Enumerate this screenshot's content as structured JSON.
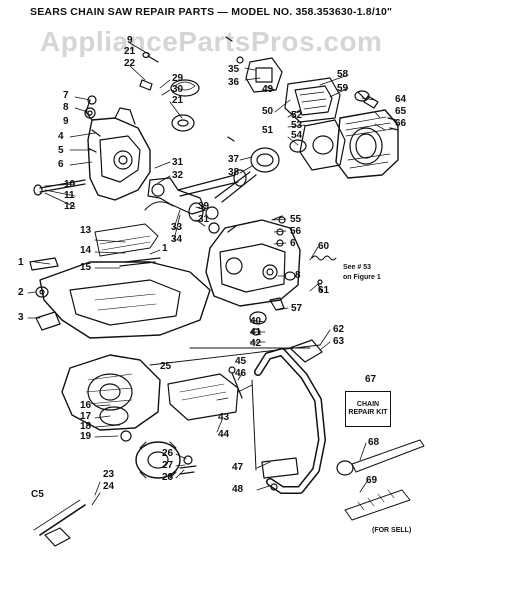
{
  "title": "SEARS CHAIN SAW REPAIR PARTS — MODEL NO. 358.353630-1.8/10\"",
  "watermark": "AppliancePartsPros.com",
  "kit_label": "CHAIN REPAIR KIT",
  "see_note": "See # 53",
  "see_note_2": "on Figure 1",
  "corner_code": "C5",
  "footer_note": "(FOR SELL)",
  "callouts": [
    "1",
    "2",
    "3",
    "4",
    "5",
    "6",
    "7",
    "8",
    "9",
    "10",
    "11",
    "12",
    "13",
    "14",
    "15",
    "16",
    "17",
    "18",
    "19",
    "20",
    "21",
    "22",
    "23",
    "24",
    "25",
    "26",
    "27",
    "28",
    "29",
    "30",
    "31",
    "32",
    "33",
    "34",
    "35",
    "36",
    "37",
    "38",
    "39",
    "40",
    "41",
    "42",
    "43",
    "44",
    "45",
    "46",
    "47",
    "48",
    "49",
    "50",
    "51",
    "52",
    "53",
    "54",
    "55",
    "56",
    "57",
    "58",
    "59",
    "60",
    "61",
    "62",
    "63",
    "64",
    "65",
    "66",
    "67",
    "68",
    "69"
  ]
}
